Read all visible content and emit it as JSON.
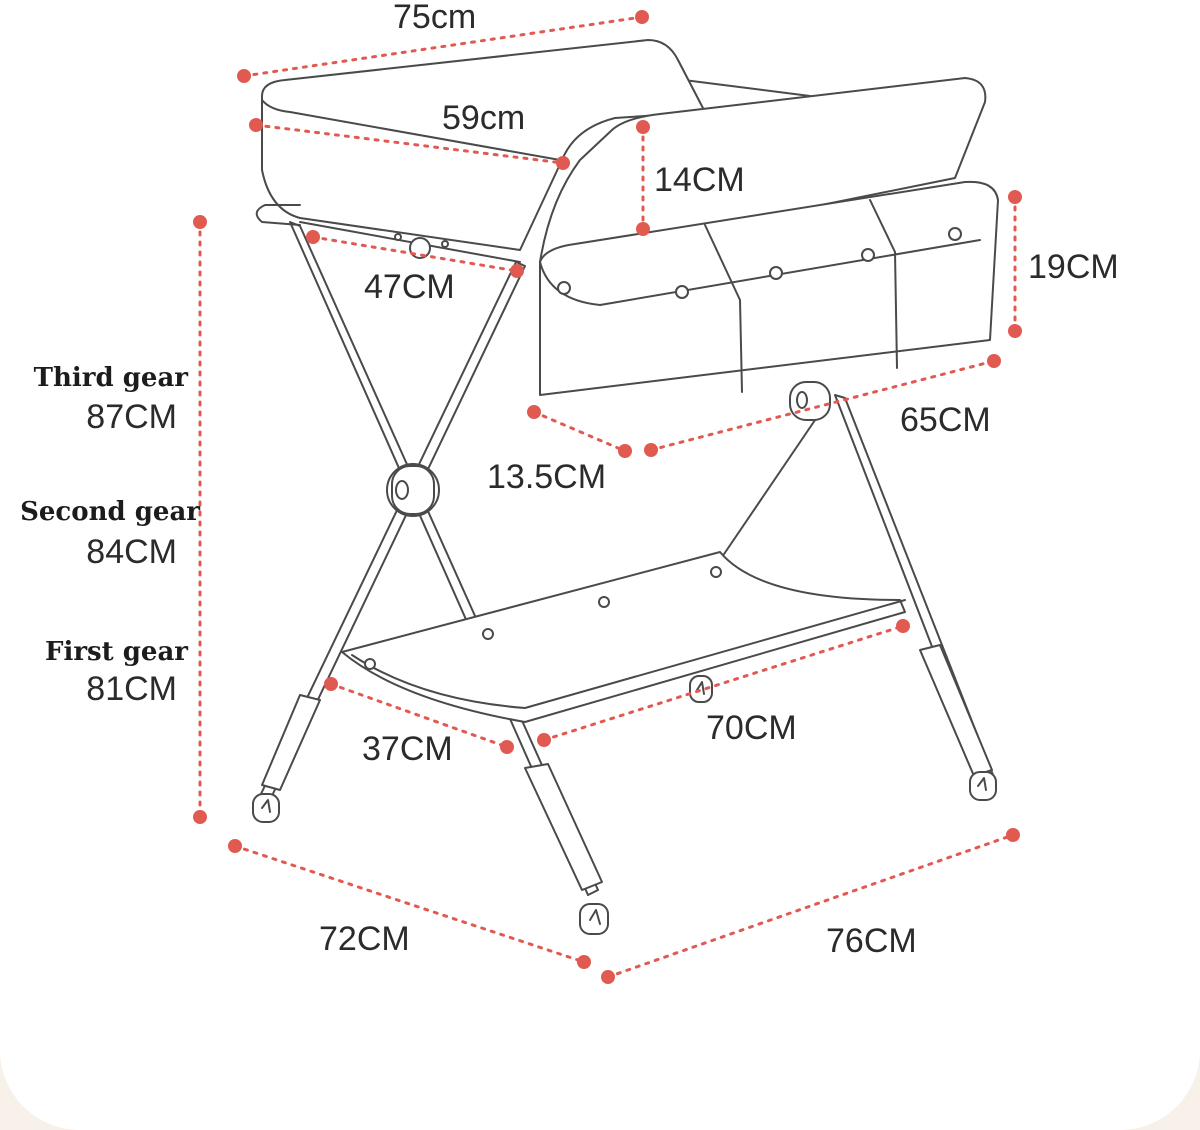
{
  "accent_color": "#e05a52",
  "labels": {
    "top_length": "75cm",
    "top_width": "59cm",
    "rail_height": "14CM",
    "hinge_span": "47CM",
    "basket_height": "19CM",
    "basket_length": "65CM",
    "basket_depth": "13.5CM",
    "shelf_depth": "37CM",
    "shelf_length": "70CM",
    "base_depth": "72CM",
    "base_length": "76CM"
  },
  "gears": [
    {
      "name": "Third gear",
      "height": "87CM"
    },
    {
      "name": "Second gear",
      "height": "84CM"
    },
    {
      "name": "First gear",
      "height": "81CM"
    }
  ]
}
